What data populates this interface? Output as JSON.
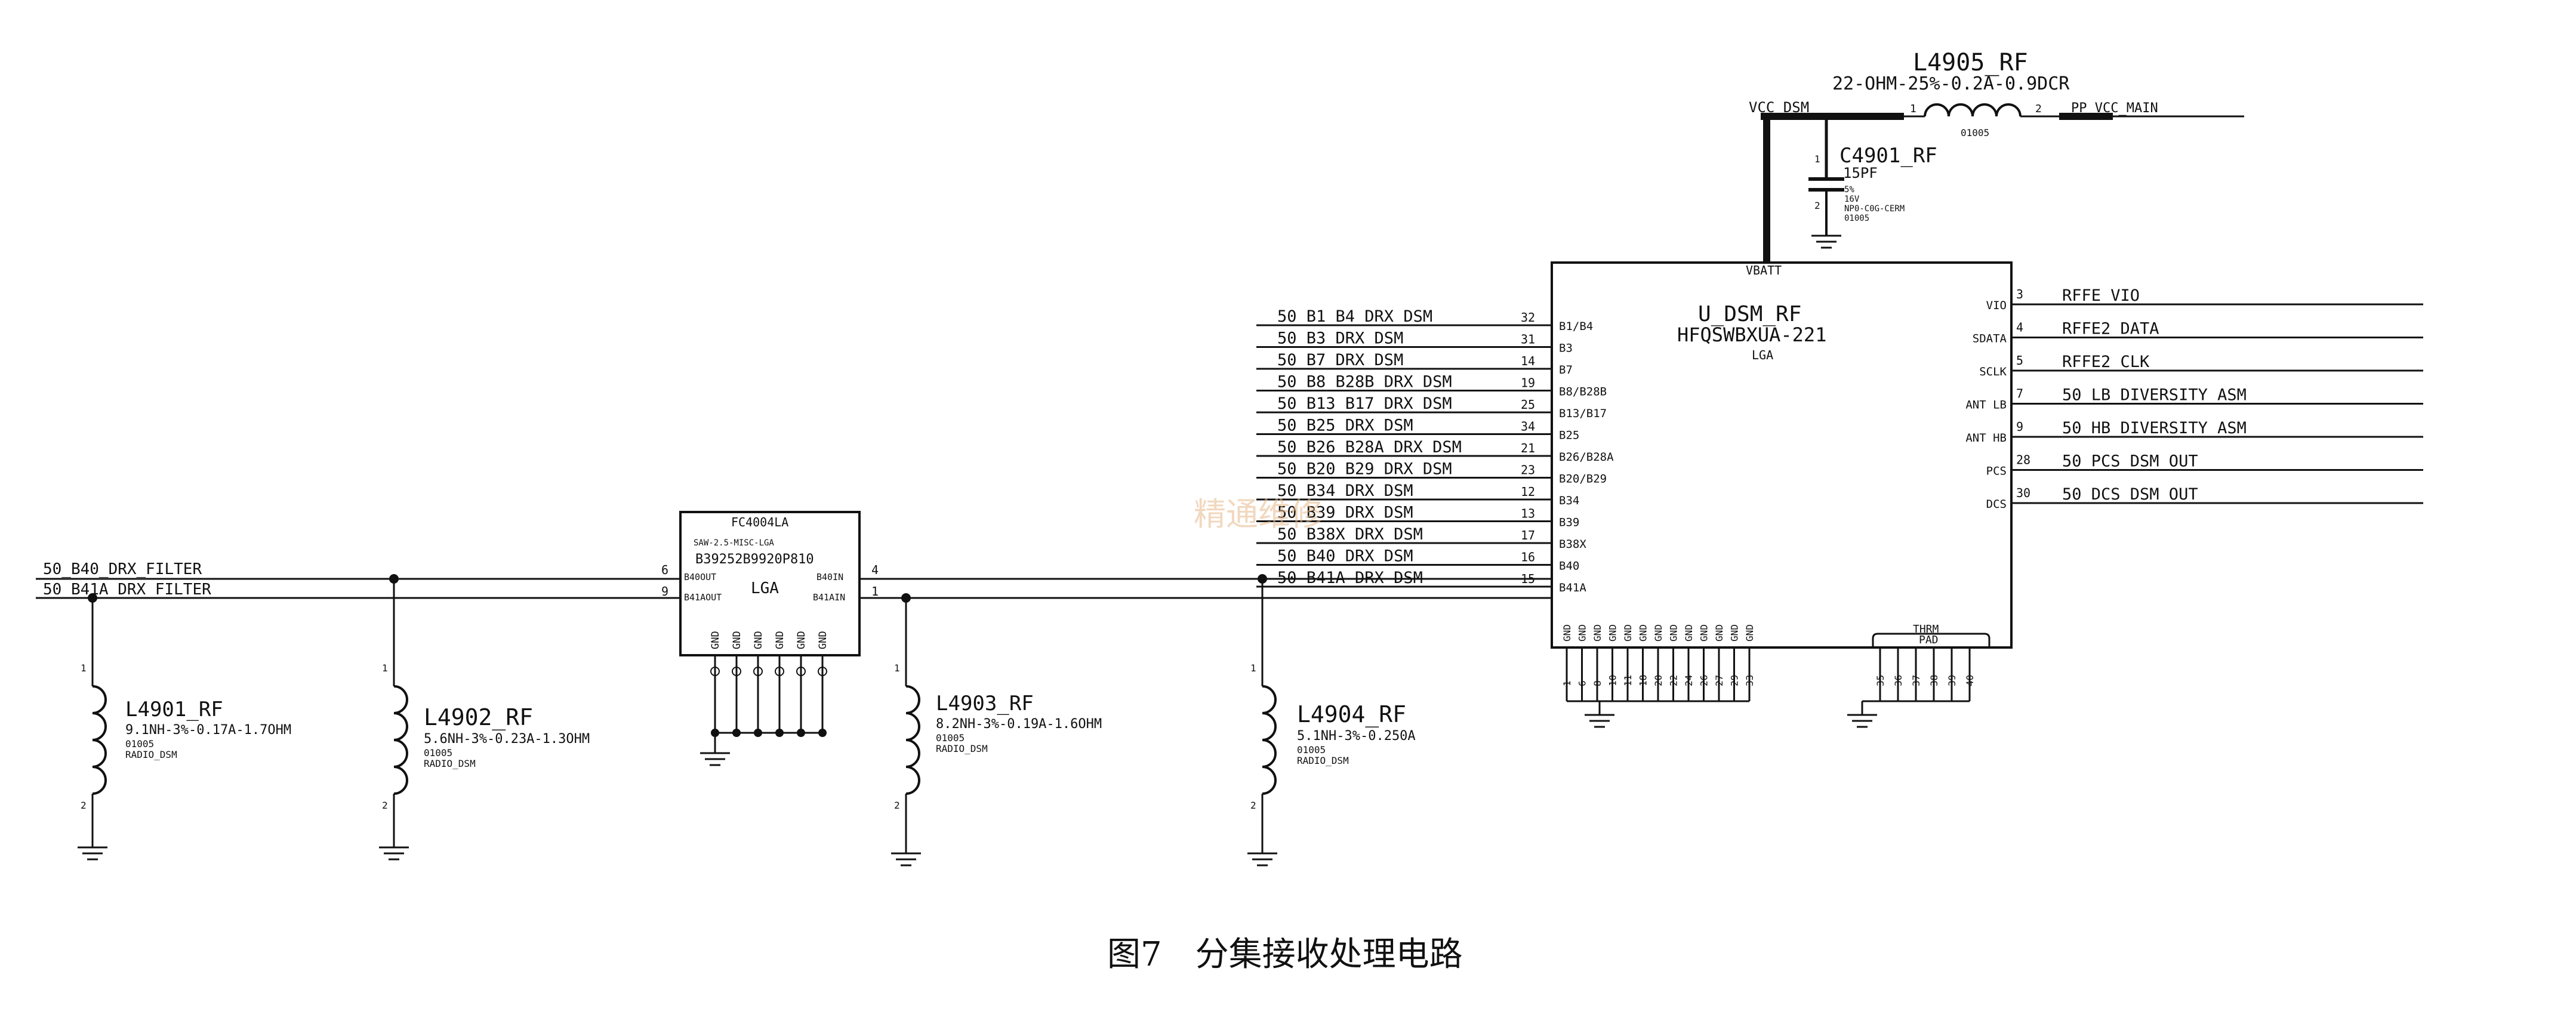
{
  "caption": "图7　分集接收处理电路",
  "watermark": "精通维修",
  "dsm": {
    "refdes": "U_DSM_RF",
    "part": "HFQSWBXUA-221",
    "pkg": "LGA",
    "vbatt": "VBATT",
    "therm": "THRM",
    "pad": "PAD",
    "left_pins": [
      {
        "net": "50_B1_B4_DRX_DSM",
        "num": "32",
        "pin": "B1/B4"
      },
      {
        "net": "50_B3_DRX_DSM",
        "num": "31",
        "pin": "B3"
      },
      {
        "net": "50_B7_DRX_DSM",
        "num": "14",
        "pin": "B7"
      },
      {
        "net": "50_B8_B28B_DRX_DSM",
        "num": "19",
        "pin": "B8/B28B"
      },
      {
        "net": "50_B13_B17_DRX_DSM",
        "num": "25",
        "pin": "B13/B17"
      },
      {
        "net": "50_B25_DRX_DSM",
        "num": "34",
        "pin": "B25"
      },
      {
        "net": "50_B26_B28A_DRX_DSM",
        "num": "21",
        "pin": "B26/B28A"
      },
      {
        "net": "50_B20_B29_DRX_DSM",
        "num": "23",
        "pin": "B20/B29"
      },
      {
        "net": "50_B34_DRX_DSM",
        "num": "12",
        "pin": "B34"
      },
      {
        "net": "50_B39_DRX_DSM",
        "num": "13",
        "pin": "B39"
      },
      {
        "net": "50_B38X_DRX_DSM",
        "num": "17",
        "pin": "B38X"
      },
      {
        "net": "50_B40_DRX_DSM",
        "num": "16",
        "pin": "B40"
      },
      {
        "net": "50_B41A_DRX_DSM",
        "num": "15",
        "pin": "B41A"
      }
    ],
    "right_pins": [
      {
        "net": "RFFE_VIO",
        "num": "3",
        "pin": "VIO"
      },
      {
        "net": "RFFE2_DATA",
        "num": "4",
        "pin": "SDATA"
      },
      {
        "net": "RFFE2_CLK",
        "num": "5",
        "pin": "SCLK"
      },
      {
        "net": "50_LB_DIVERSITY_ASM",
        "num": "7",
        "pin": "ANT LB"
      },
      {
        "net": "50_HB_DIVERSITY_ASM",
        "num": "9",
        "pin": "ANT HB"
      },
      {
        "net": "50_PCS_DSM_OUT",
        "num": "28",
        "pin": "PCS"
      },
      {
        "net": "50_DCS_DSM_OUT",
        "num": "30",
        "pin": "DCS"
      }
    ],
    "gnd_pins": [
      "1",
      "6",
      "8",
      "10",
      "11",
      "18",
      "20",
      "22",
      "24",
      "26",
      "27",
      "29",
      "33"
    ],
    "therm_pins": [
      "35",
      "36",
      "37",
      "38",
      "39",
      "40"
    ],
    "gnd_label": "GND"
  },
  "l4905": {
    "refdes": "L4905_RF",
    "value": "22-OHM-25%-0.2A-0.9DCR",
    "pin1": "1",
    "pin2": "2",
    "pkg": "01005",
    "net_left": "VCC_DSM",
    "net_right": "PP_VCC_MAIN"
  },
  "c4901": {
    "refdes": "C4901_RF",
    "value": "15PF",
    "pin1": "1",
    "pin2": "2",
    "lines": [
      "5%",
      "16V",
      "NP0-C0G-CERM",
      "01005"
    ]
  },
  "fc": {
    "refdes": "FC4004LA",
    "part": "B39252B9920P810",
    "pkg": "LGA",
    "line2": "SAW-2.5-MISC-LGA",
    "pin_b40out": "B40OUT",
    "pin_b41aout": "B41AOUT",
    "pin_b40in": "B40IN",
    "pin_b41ain": "B41AIN",
    "p6": "6",
    "p9": "9",
    "p4": "4",
    "p1": "1",
    "gnd_label": "GND"
  },
  "input_nets": [
    "50_B40_DRX_FILTER",
    "50_B41A_DRX_FILTER"
  ],
  "inductors": [
    {
      "refdes": "L4901_RF",
      "value": "9.1NH-3%-0.17A-1.7OHM",
      "pkg": "01005",
      "grp": "RADIO_DSM",
      "p1": "1",
      "p2": "2"
    },
    {
      "refdes": "L4902_RF",
      "value": "5.6NH-3%-0.23A-1.3OHM",
      "pkg": "01005",
      "grp": "RADIO_DSM",
      "p1": "1",
      "p2": "2"
    },
    {
      "refdes": "L4903_RF",
      "value": "8.2NH-3%-0.19A-1.6OHM",
      "pkg": "01005",
      "grp": "RADIO_DSM",
      "p1": "1",
      "p2": "2"
    },
    {
      "refdes": "L4904_RF",
      "value": "5.1NH-3%-0.250A",
      "pkg": "01005",
      "grp": "RADIO_DSM",
      "p1": "1",
      "p2": "2"
    }
  ]
}
